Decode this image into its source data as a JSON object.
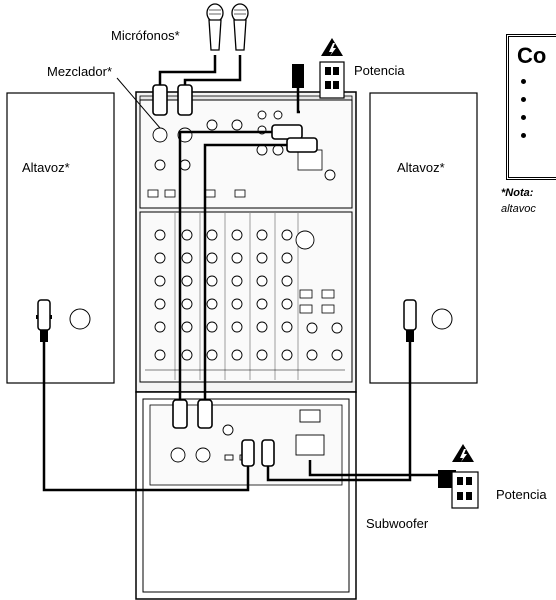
{
  "labels": {
    "microphones": "Micrófonos*",
    "mixer": "Mezclador*",
    "power_top": "Potencia",
    "speaker_left": "Altavoz*",
    "speaker_right": "Altavoz*",
    "power_bottom": "Potencia",
    "subwoofer": "Subwoofer"
  },
  "side_box": {
    "title": "Co"
  },
  "note": {
    "prefix": "*Nota:",
    "line2": "altavoc"
  },
  "icons": [
    "microphone-icon",
    "power-outlet-icon",
    "warning-icon",
    "speaker-icon",
    "subwoofer-icon",
    "mixer-icon"
  ]
}
